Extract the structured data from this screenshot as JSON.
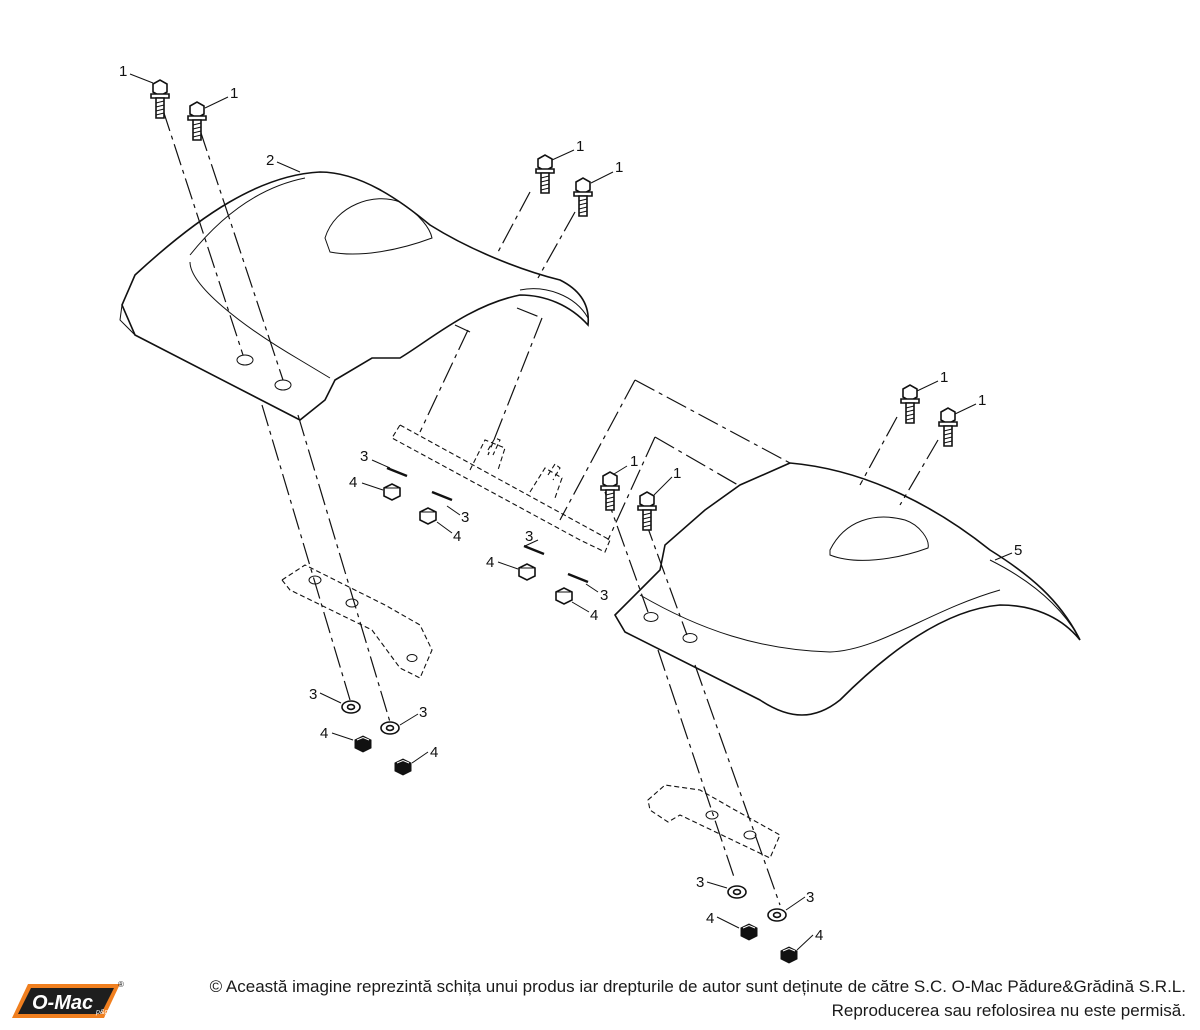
{
  "diagram": {
    "part_labels": {
      "bolt": "1",
      "fender_left": "2",
      "washer": "3",
      "nut": "4",
      "fender_right": "5"
    }
  },
  "footer": {
    "logo": {
      "brand_text": "O-Mac",
      "suffix": "p&g",
      "registered_mark": "®",
      "brand_color": "#f07f1f"
    },
    "copyright_line1": "© Această imagine reprezintă schița unui produs iar drepturile de autor sunt deținute de către S.C. O-Mac Pădure&Grădină S.R.L.",
    "copyright_line2": "Reproducerea sau refolosirea nu este permisă."
  }
}
